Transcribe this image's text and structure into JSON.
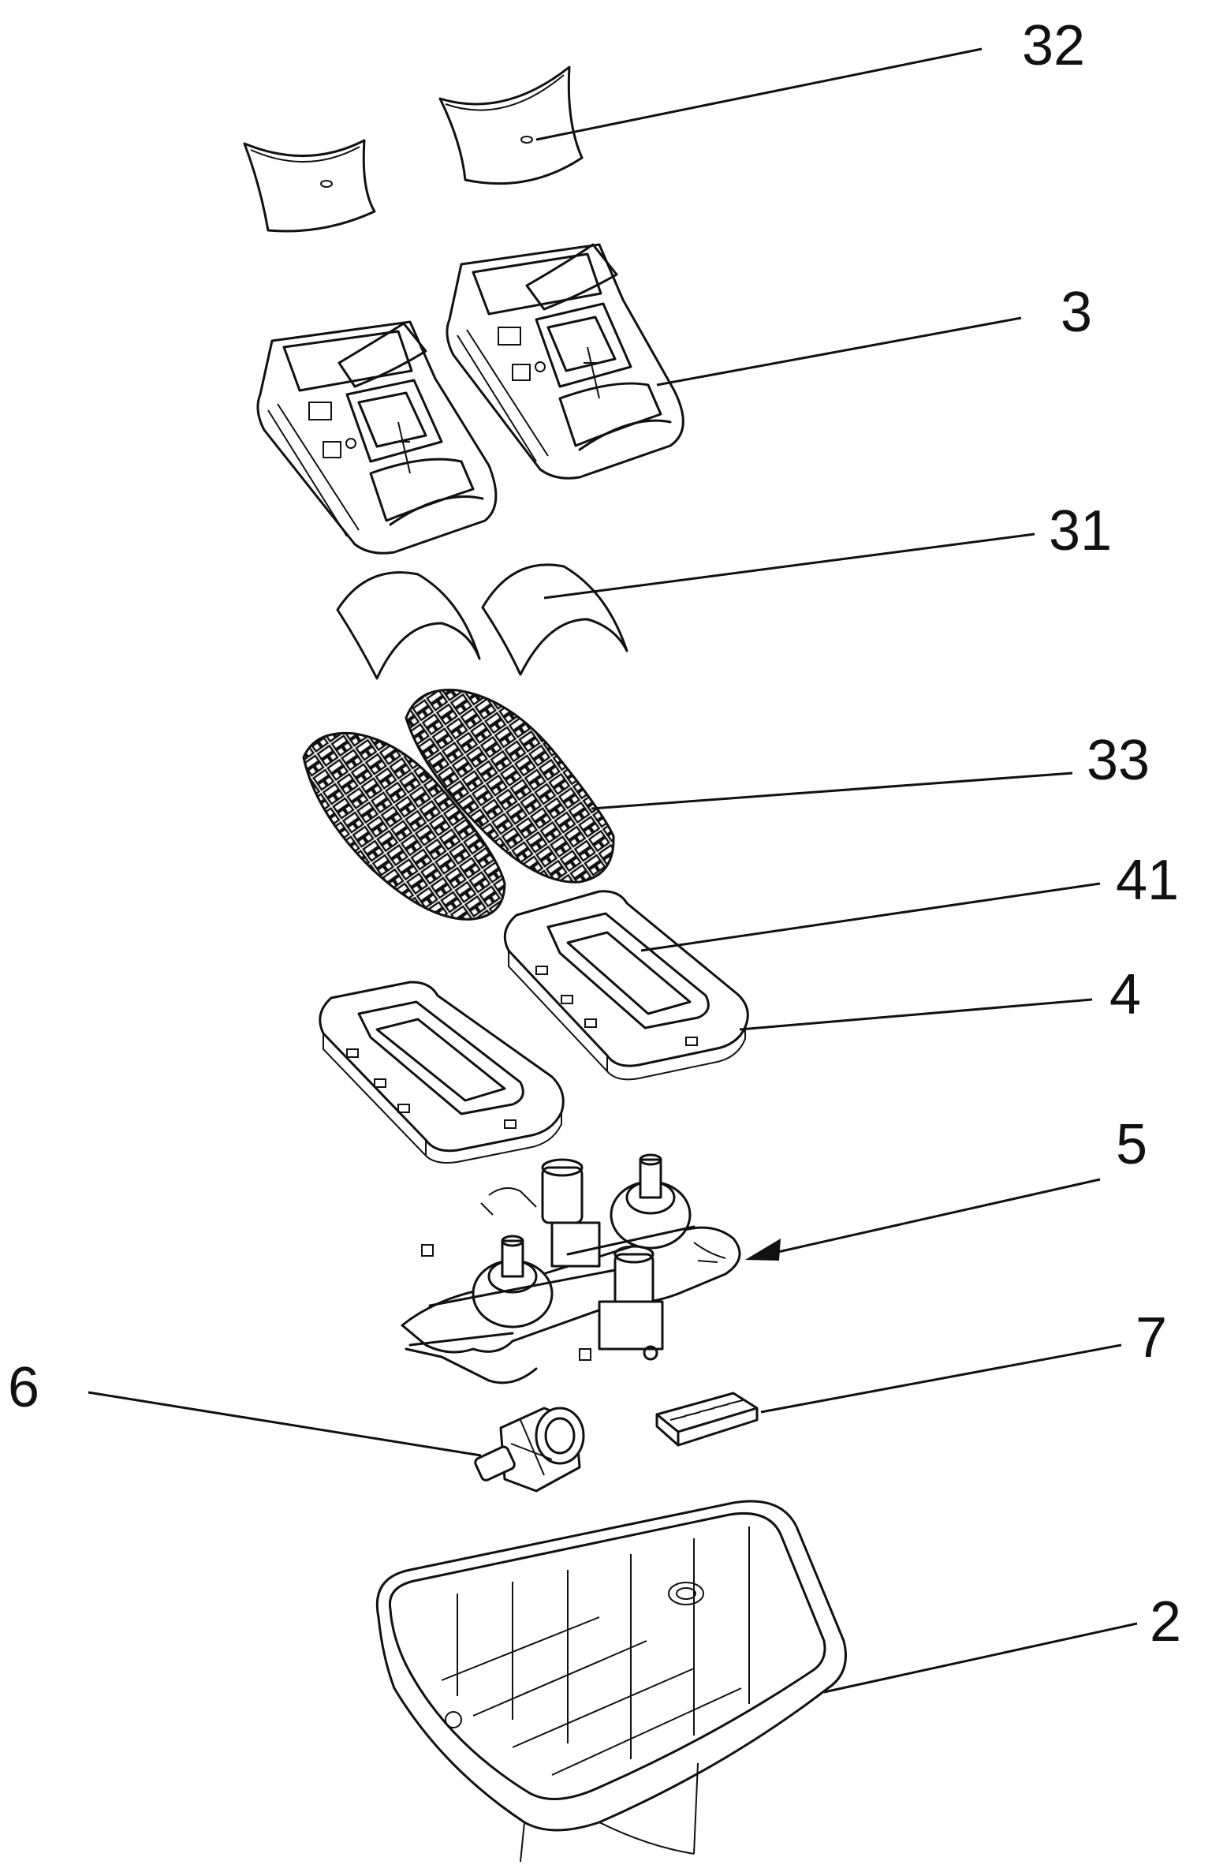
{
  "figure": {
    "labels": {
      "l32": "32",
      "l3": "3",
      "l31": "31",
      "l33": "33",
      "l41": "41",
      "l4": "4",
      "l5": "5",
      "l7": "7",
      "l6": "6",
      "l2": "2"
    }
  }
}
